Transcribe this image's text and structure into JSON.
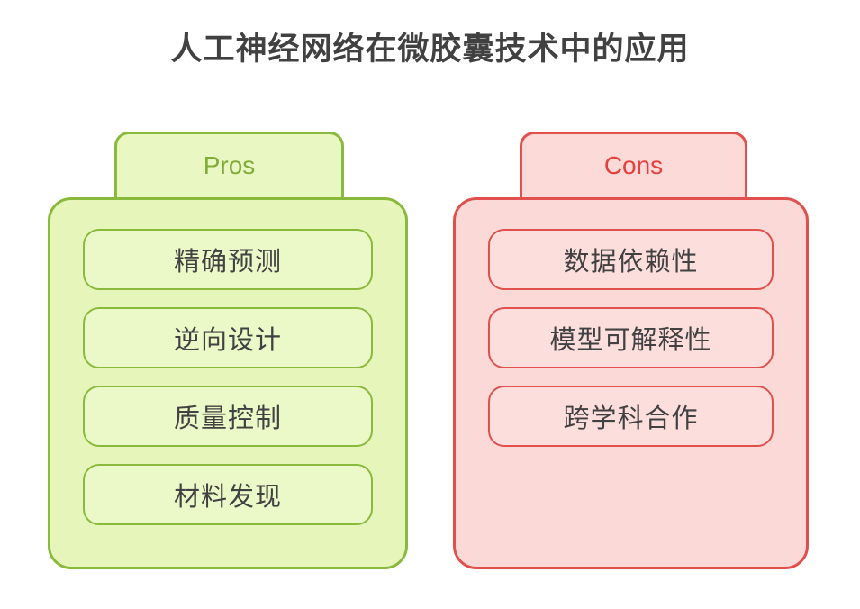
{
  "title": "人工神经网络在微胶囊技术中的应用",
  "pros": {
    "label": "Pros",
    "items": [
      "精确预测",
      "逆向设计",
      "质量控制",
      "材料发现"
    ]
  },
  "cons": {
    "label": "Cons",
    "items": [
      "数据依赖性",
      "模型可解释性",
      "跨学科合作"
    ]
  },
  "palette": {
    "pros_border": "#8aba3b",
    "pros_fill": "#e6f5ba",
    "pros_item_fill": "#ebf8c8",
    "pros_label_color": "#7fac39",
    "cons_border": "#e1504c",
    "cons_fill": "#fbd9d7",
    "cons_item_fill": "#fcdedc",
    "cons_label_color": "#e4413e",
    "text_color": "#414141"
  }
}
